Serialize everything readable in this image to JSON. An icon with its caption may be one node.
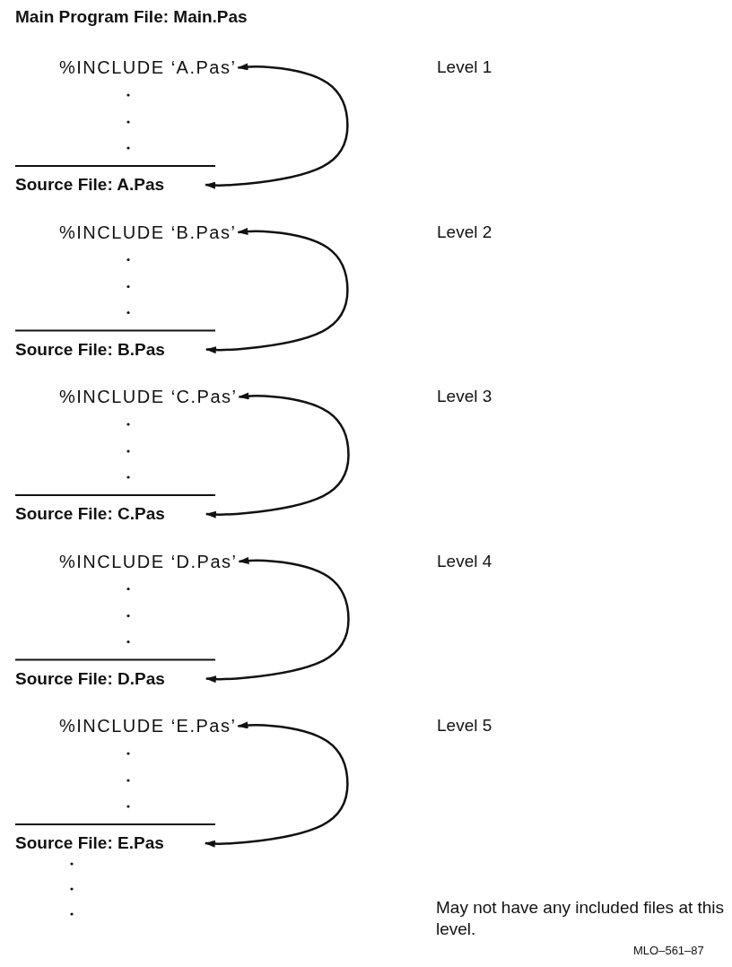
{
  "diagram": {
    "title": "Main Program File: Main.Pas",
    "nodes": [
      {
        "text": [
          "%INCLUDE ‘A.Pas’"
        ]
      },
      {
        "text": [
          "Source File: A.Pas"
        ]
      },
      {
        "text": [
          "%INCLUDE ‘B.Pas’"
        ]
      },
      {
        "text": [
          "Source File: B.Pas"
        ]
      },
      {
        "text": [
          "%INCLUDE ‘C.Pas’"
        ]
      },
      {
        "text": [
          "Source File: C.Pas"
        ]
      },
      {
        "text": [
          "%INCLUDE ‘D.Pas’"
        ]
      },
      {
        "text": [
          "Source File: D.Pas"
        ]
      },
      {
        "text": [
          "%INCLUDE ‘E.Pas’"
        ]
      },
      {
        "text": [
          "Source File: E.Pas"
        ]
      }
    ],
    "edges": [
      {
        "from": 0,
        "to": 1,
        "arrow": "both"
      },
      {
        "from": 2,
        "to": 3,
        "arrow": "both"
      },
      {
        "from": 4,
        "to": 5,
        "arrow": "both"
      },
      {
        "from": 6,
        "to": 7,
        "arrow": "both"
      },
      {
        "from": 8,
        "to": 9,
        "arrow": "both"
      }
    ],
    "labels": [
      "Level 1",
      "Level 2",
      "Level 3",
      "Level 4",
      "Level 5",
      "May not have any included files at this level.",
      "MLO–561–87"
    ]
  }
}
